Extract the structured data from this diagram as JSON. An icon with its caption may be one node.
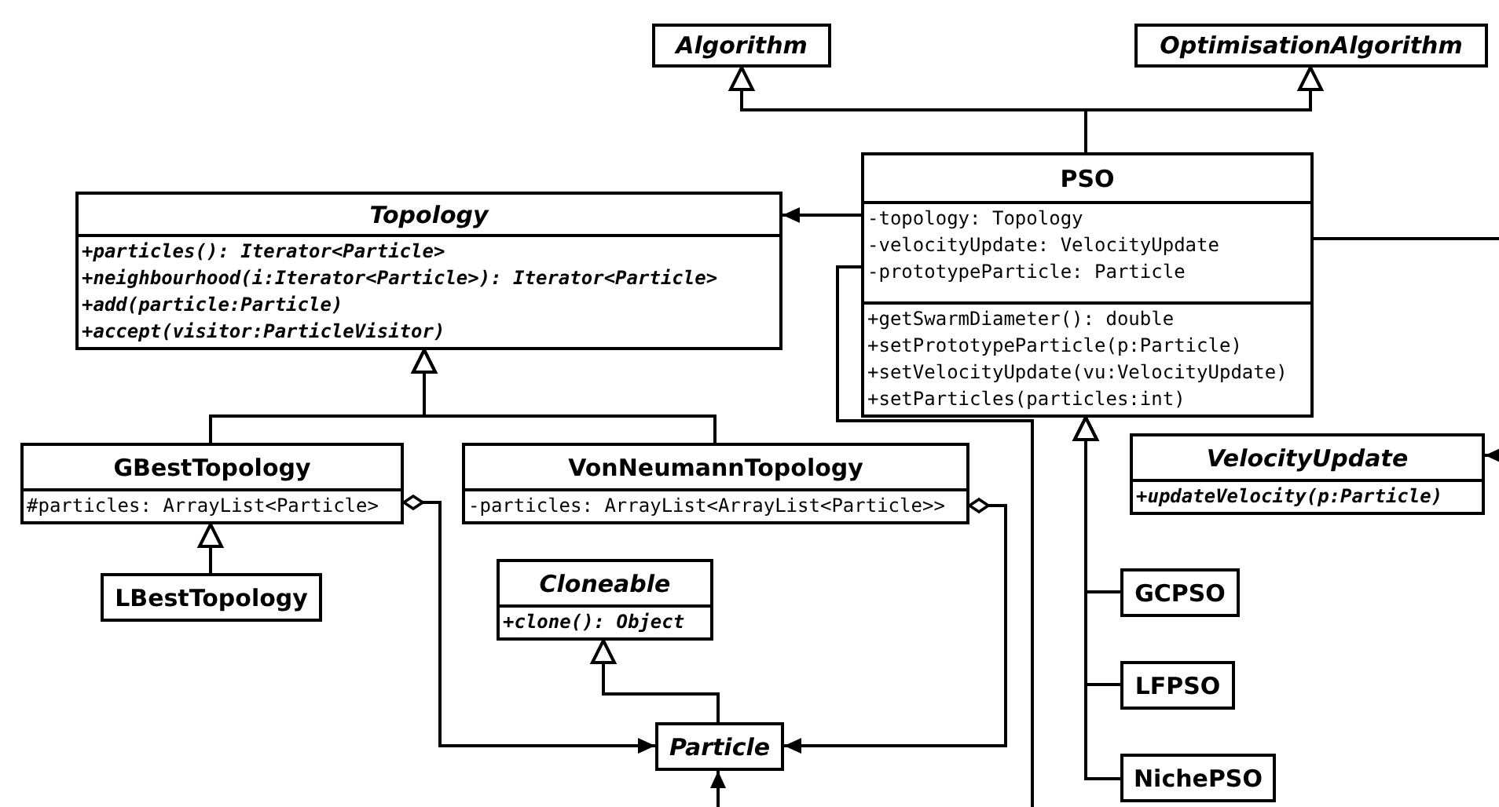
{
  "diagram": {
    "nodes": [
      {
        "text": [
          "Algorithm"
        ]
      },
      {
        "text": [
          "OptimisationAlgorithm"
        ]
      },
      {
        "text": [
          "PSO",
          "-topology: Topology",
          "-velocityUpdate: VelocityUpdate",
          "-prototypeParticle: Particle",
          "+getSwarmDiameter(): double",
          "+setPrototypeParticle(p:Particle)",
          "+setVelocityUpdate(vu:VelocityUpdate)",
          "+setParticles(particles:int)"
        ]
      },
      {
        "text": [
          "Topology",
          "+particles(): Iterator<Particle>",
          "+neighbourhood(i:Iterator<Particle>): Iterator<Particle>",
          "+add(particle:Particle)",
          "+accept(visitor:ParticleVisitor)"
        ]
      },
      {
        "text": [
          "GBestTopology",
          "#particles: ArrayList<Particle>"
        ]
      },
      {
        "text": [
          "VonNeumannTopology",
          "-particles: ArrayList<ArrayList<Particle>>"
        ]
      },
      {
        "text": [
          "LBestTopology"
        ]
      },
      {
        "text": [
          "Cloneable",
          "+clone(): Object"
        ]
      },
      {
        "text": [
          "Particle"
        ]
      },
      {
        "text": [
          "VelocityUpdate",
          "+updateVelocity(p:Particle)"
        ]
      },
      {
        "text": [
          "GCPSO"
        ]
      },
      {
        "text": [
          "LFPSO"
        ]
      },
      {
        "text": [
          "NichePSO"
        ]
      }
    ],
    "edges": [
      {
        "from": 2,
        "to": 0,
        "arrow": "to"
      },
      {
        "from": 2,
        "to": 1,
        "arrow": "to"
      },
      {
        "from": 2,
        "to": 3,
        "arrow": "to"
      },
      {
        "from": 2,
        "to": null,
        "arrow": "none"
      },
      {
        "from": null,
        "to": 9,
        "arrow": "to"
      },
      {
        "from": 4,
        "to": 3,
        "arrow": "to"
      },
      {
        "from": 5,
        "to": 3,
        "arrow": "to"
      },
      {
        "from": 6,
        "to": 4,
        "arrow": "to"
      },
      {
        "from": 4,
        "to": 8,
        "arrow": "to"
      },
      {
        "from": 5,
        "to": 8,
        "arrow": "to"
      },
      {
        "from": 8,
        "to": 7,
        "arrow": "to"
      },
      {
        "from": 2,
        "to": null,
        "arrow": "none"
      },
      {
        "from": null,
        "to": 8,
        "arrow": "to"
      },
      {
        "from": 10,
        "to": 2,
        "arrow": "to"
      },
      {
        "from": 11,
        "to": 2,
        "arrow": "to"
      },
      {
        "from": 12,
        "to": 2,
        "arrow": "to"
      }
    ]
  }
}
